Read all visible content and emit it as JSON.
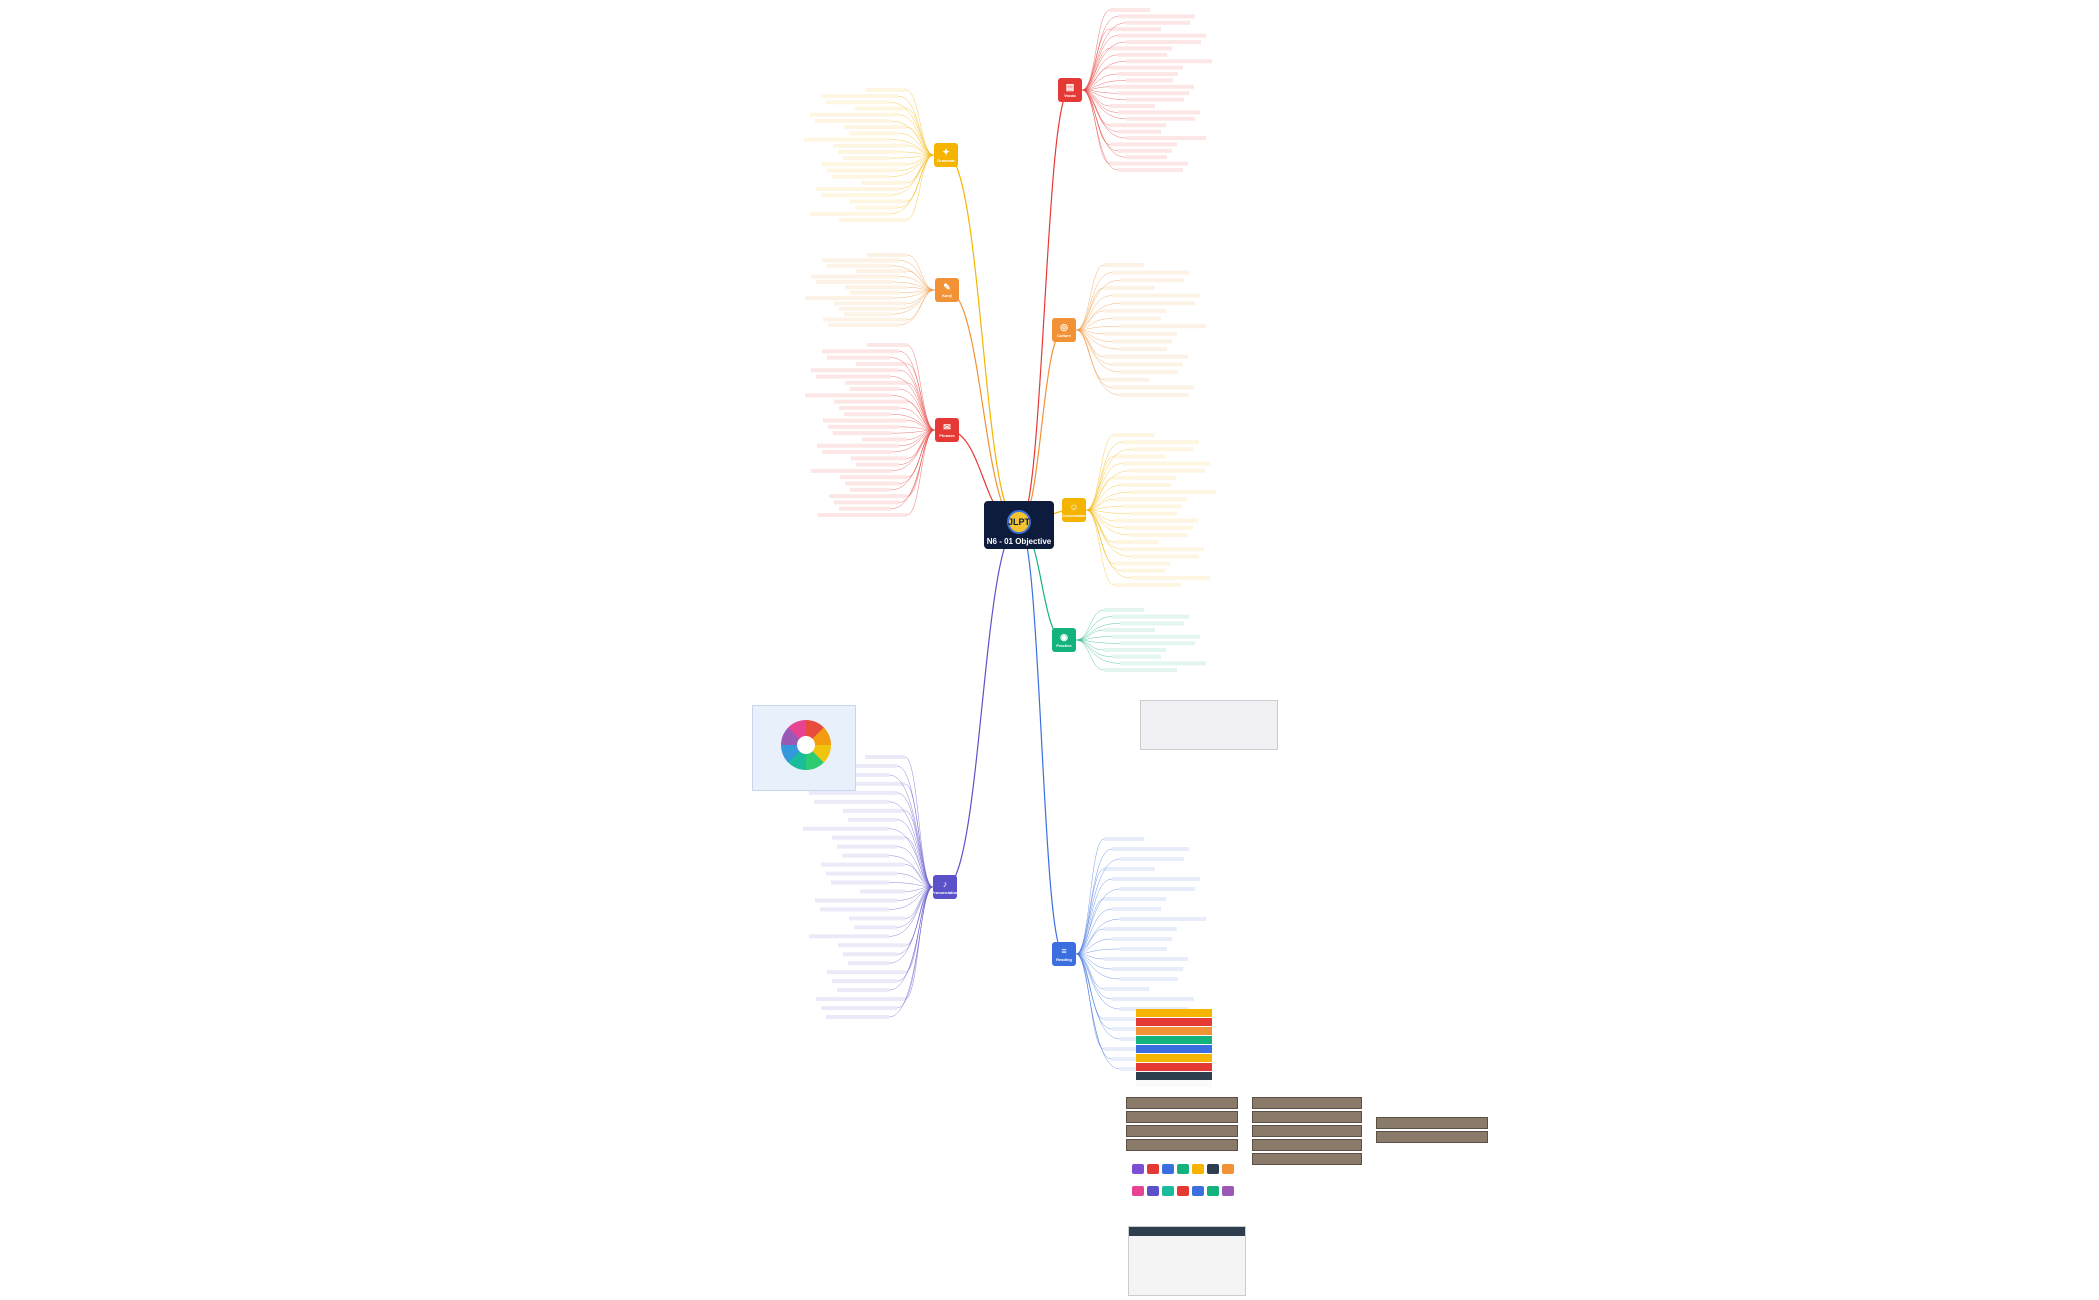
{
  "central": {
    "title": "N6 - 01 Objective",
    "badge": "JLPT"
  },
  "branches": [
    {
      "key": "vocab",
      "label": "Vocab",
      "color": "#e53935",
      "icon": "book-icon"
    },
    {
      "key": "grammar",
      "label": "Grammar",
      "color": "#f4b400",
      "icon": "puzzle-icon"
    },
    {
      "key": "kanji",
      "label": "Kanji",
      "color": "#f09235",
      "icon": "brush-icon"
    },
    {
      "key": "phrases",
      "label": "Phrases",
      "color": "#e53935",
      "icon": "chat-icon"
    },
    {
      "key": "culture",
      "label": "Culture",
      "color": "#f09235",
      "icon": "globe-icon"
    },
    {
      "key": "conversation",
      "label": "Conversation",
      "color": "#f4b400",
      "icon": "people-icon"
    },
    {
      "key": "practice",
      "label": "Practice",
      "color": "#14b37d",
      "icon": "target-icon"
    },
    {
      "key": "pronunciation",
      "label": "Pronunciation",
      "color": "#5b52c9",
      "icon": "mic-icon"
    },
    {
      "key": "reading",
      "label": "Reading",
      "color": "#3b6fe0",
      "icon": "reader-icon"
    }
  ],
  "colors": {
    "background": "#ffffff",
    "center_fill": "#0d1b3d",
    "red": "#e53935",
    "orange": "#f09235",
    "yellow": "#f4b400",
    "green": "#14b37d",
    "blue": "#3b6fe0",
    "purple": "#5b52c9"
  }
}
